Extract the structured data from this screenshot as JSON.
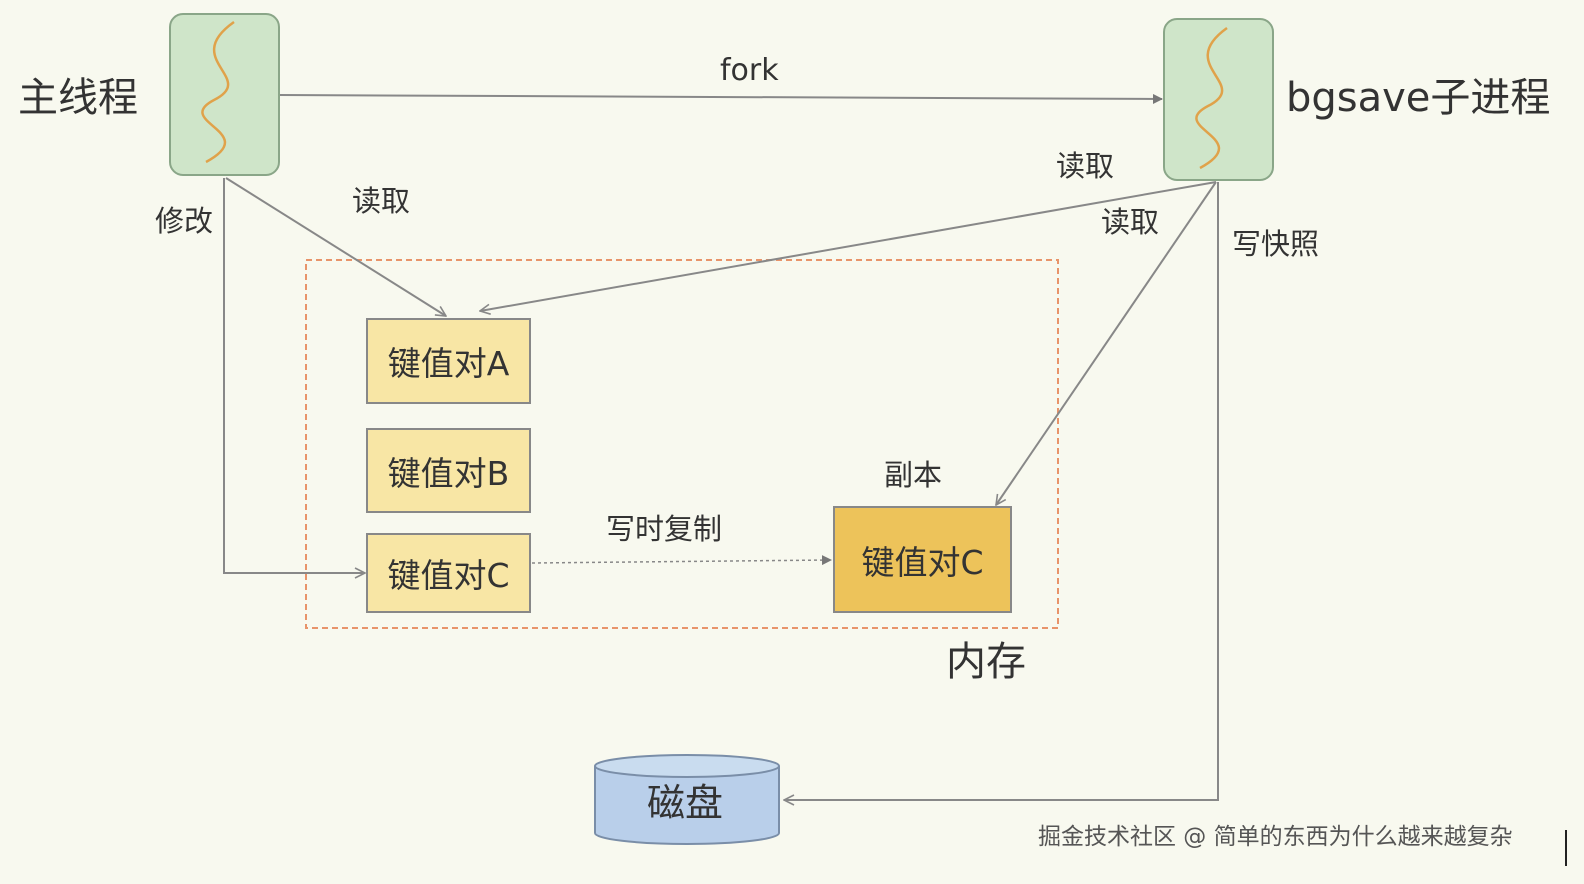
{
  "labels": {
    "main_thread": "主线程",
    "child_process": "bgsave子进程",
    "fork": "fork",
    "modify": "修改",
    "read_main": "读取",
    "read_child_1": "读取",
    "read_child_2": "读取",
    "write_snapshot": "写快照",
    "copy_on_write": "写时复制",
    "replica": "副本",
    "memory": "内存",
    "disk": "磁盘"
  },
  "kv_pairs": [
    {
      "label": "键值对A"
    },
    {
      "label": "键值对B"
    },
    {
      "label": "键值对C"
    }
  ],
  "kv_copy": {
    "label": "键值对C"
  },
  "watermark": "掘金技术社区 @ 简单的东西为什么越来越复杂",
  "colors": {
    "background": "#f8f9ef",
    "thread_box": "#cfe5c9",
    "thread_border": "#8aa688",
    "wave": "#e0a24a",
    "kv_fill": "#f8e6a5",
    "kv_copy_fill": "#edc35a",
    "memory_border": "#e8946a",
    "disk_fill": "#b9cfea",
    "arrow": "#888888"
  },
  "icons": {
    "thread": "wavy-thread-icon",
    "disk": "cylinder-disk-icon"
  }
}
